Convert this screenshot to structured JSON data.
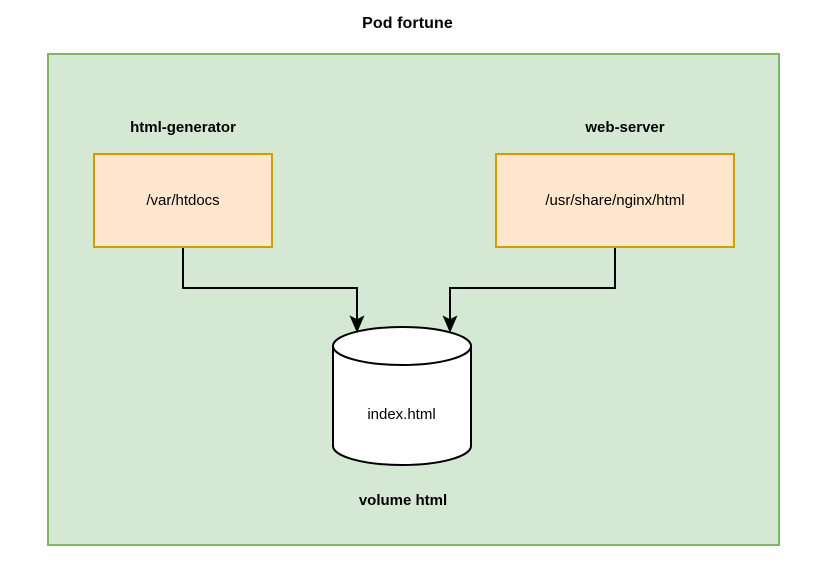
{
  "diagram": {
    "title": "Pod fortune",
    "type": "kubernetes-pod-volume-diagram",
    "colors": {
      "pod_fill": "#d5e8d4",
      "pod_stroke": "#82b366",
      "container_fill": "#ffe6cc",
      "container_stroke": "#d79b00",
      "volume_fill": "#ffffff",
      "volume_stroke": "#000000",
      "edge_stroke": "#000000",
      "text": "#000000"
    },
    "pod": {
      "name": "Pod fortune"
    },
    "containers": [
      {
        "label": "html-generator",
        "mount_path": "/var/htdocs"
      },
      {
        "label": "web-server",
        "mount_path": "/usr/share/nginx/html"
      }
    ],
    "volume": {
      "label": "volume html",
      "content": "index.html"
    },
    "edges": [
      {
        "from": "html-generator",
        "to": "volume html",
        "arrow": "arrow-down-icon"
      },
      {
        "from": "web-server",
        "to": "volume html",
        "arrow": "arrow-down-icon"
      }
    ]
  }
}
